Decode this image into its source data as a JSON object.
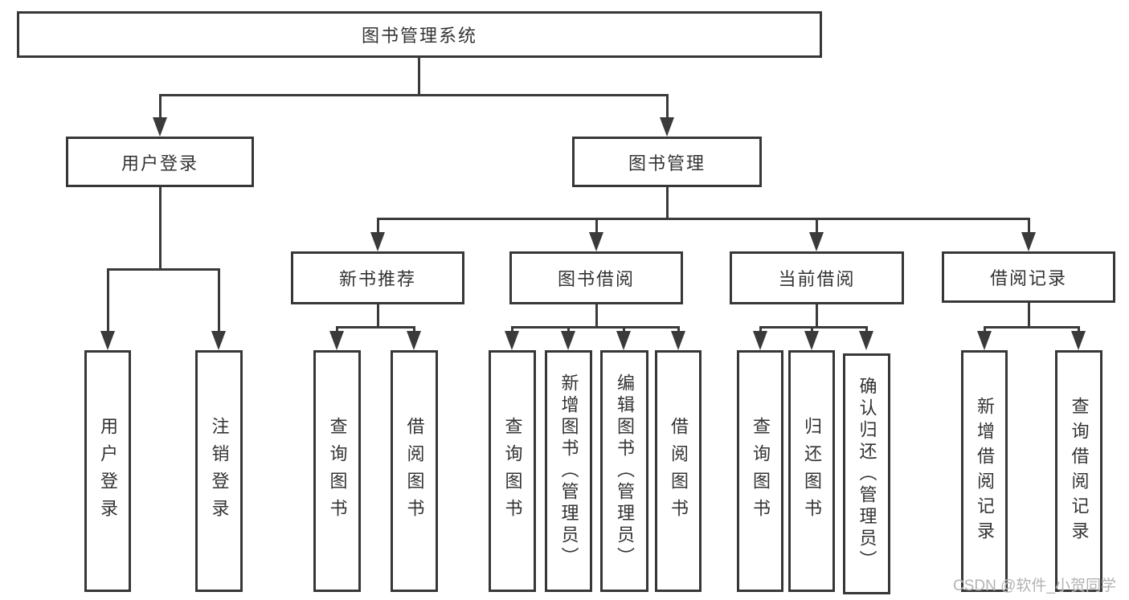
{
  "tree": {
    "root": {
      "label": "图书管理系统",
      "children": [
        {
          "label": "用户登录",
          "children": [
            {
              "label": "用户登录"
            },
            {
              "label": "注销登录"
            }
          ]
        },
        {
          "label": "图书管理",
          "children": [
            {
              "label": "新书推荐",
              "children": [
                {
                  "label": "查询图书"
                },
                {
                  "label": "借阅图书"
                }
              ]
            },
            {
              "label": "图书借阅",
              "children": [
                {
                  "label": "查询图书"
                },
                {
                  "label": "新增图书（管理员）"
                },
                {
                  "label": "编辑图书（管理员）"
                },
                {
                  "label": "借阅图书"
                }
              ]
            },
            {
              "label": "当前借阅",
              "children": [
                {
                  "label": "查询图书"
                },
                {
                  "label": "归还图书"
                },
                {
                  "label": "确认归还（管理员）"
                }
              ]
            },
            {
              "label": "借阅记录",
              "children": [
                {
                  "label": "新增借阅记录"
                },
                {
                  "label": "查询借阅记录"
                }
              ]
            }
          ]
        }
      ]
    }
  },
  "watermark": {
    "text": "CSDN @软件_小贺同学"
  }
}
